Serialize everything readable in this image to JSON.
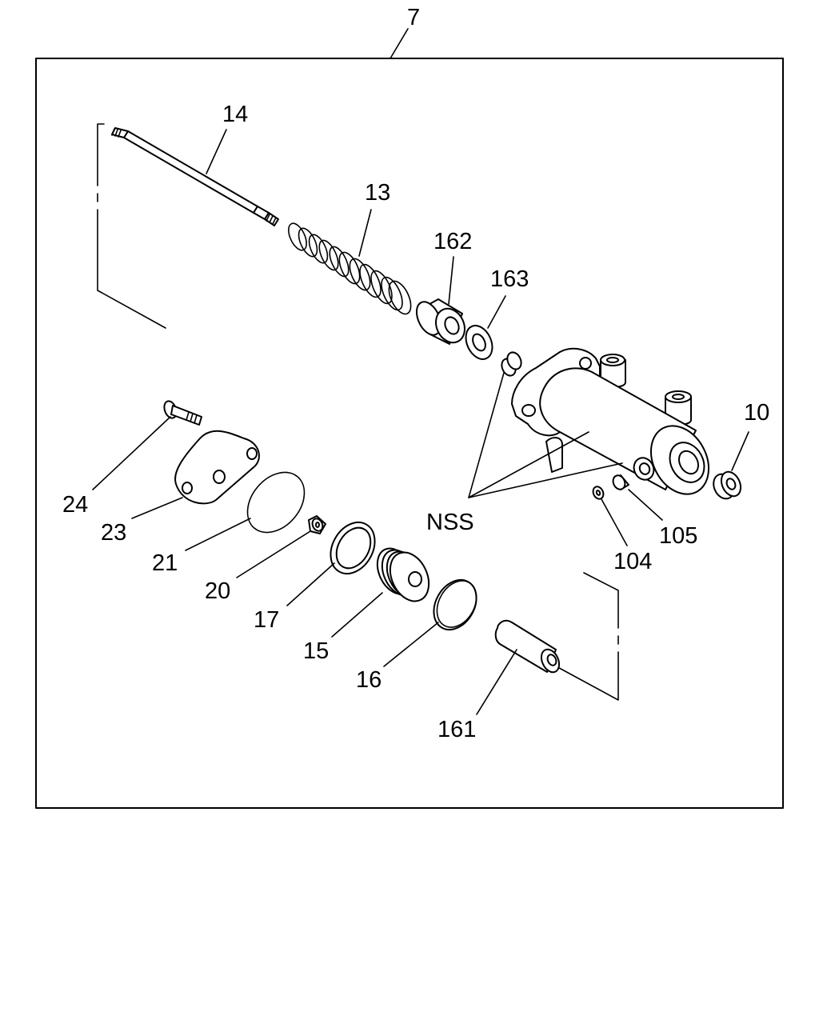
{
  "diagram": {
    "assembly_label": "7",
    "labels": {
      "p14": "14",
      "p13": "13",
      "p162": "162",
      "p163": "163",
      "p10": "10",
      "p24": "24",
      "p23": "23",
      "p21": "21",
      "p20": "20",
      "p17": "17",
      "p15": "15",
      "p16": "16",
      "p161": "161",
      "p104": "104",
      "p105": "105",
      "nss": "NSS"
    }
  }
}
